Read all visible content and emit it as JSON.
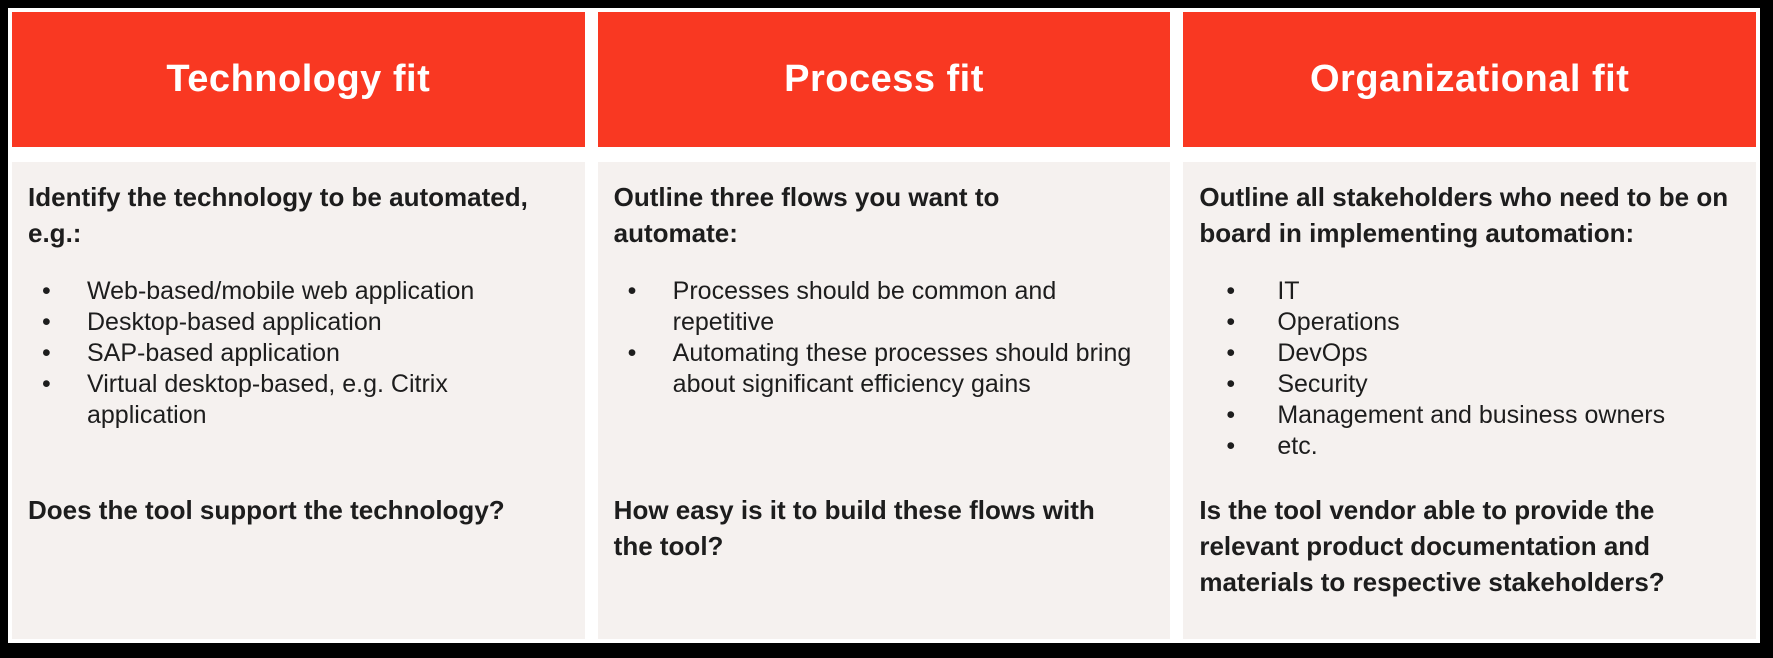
{
  "colors": {
    "header_bg": "#f93822",
    "header_text": "#ffffff",
    "body_bg": "#f5f1ef",
    "body_text": "#1d1d1d",
    "frame": "#000000",
    "gap": "#ffffff"
  },
  "columns": [
    {
      "id": "technology-fit",
      "header": "Technology fit",
      "intro": "Identify the technology to be automated, e.g.:",
      "bullets": [
        "Web-based/mobile web application",
        "Desktop-based application",
        "SAP-based application",
        "Virtual desktop-based, e.g. Citrix application"
      ],
      "question": "Does the tool support the technology?"
    },
    {
      "id": "process-fit",
      "header": "Process fit",
      "intro": "Outline three flows you want to automate:",
      "bullets": [
        "Processes should be common and repetitive",
        "Automating these processes should bring about significant efficiency gains"
      ],
      "question": "How easy is it to build these flows with the tool?"
    },
    {
      "id": "organizational-fit",
      "header": "Organizational fit",
      "intro": "Outline all stakeholders who need to be on board in implementing automation:",
      "bullets": [
        "IT",
        "Operations",
        "DevOps",
        "Security",
        "Management and business owners",
        "etc."
      ],
      "question": "Is the tool vendor able to provide the relevant product documentation and materials to respective stakeholders?"
    }
  ]
}
